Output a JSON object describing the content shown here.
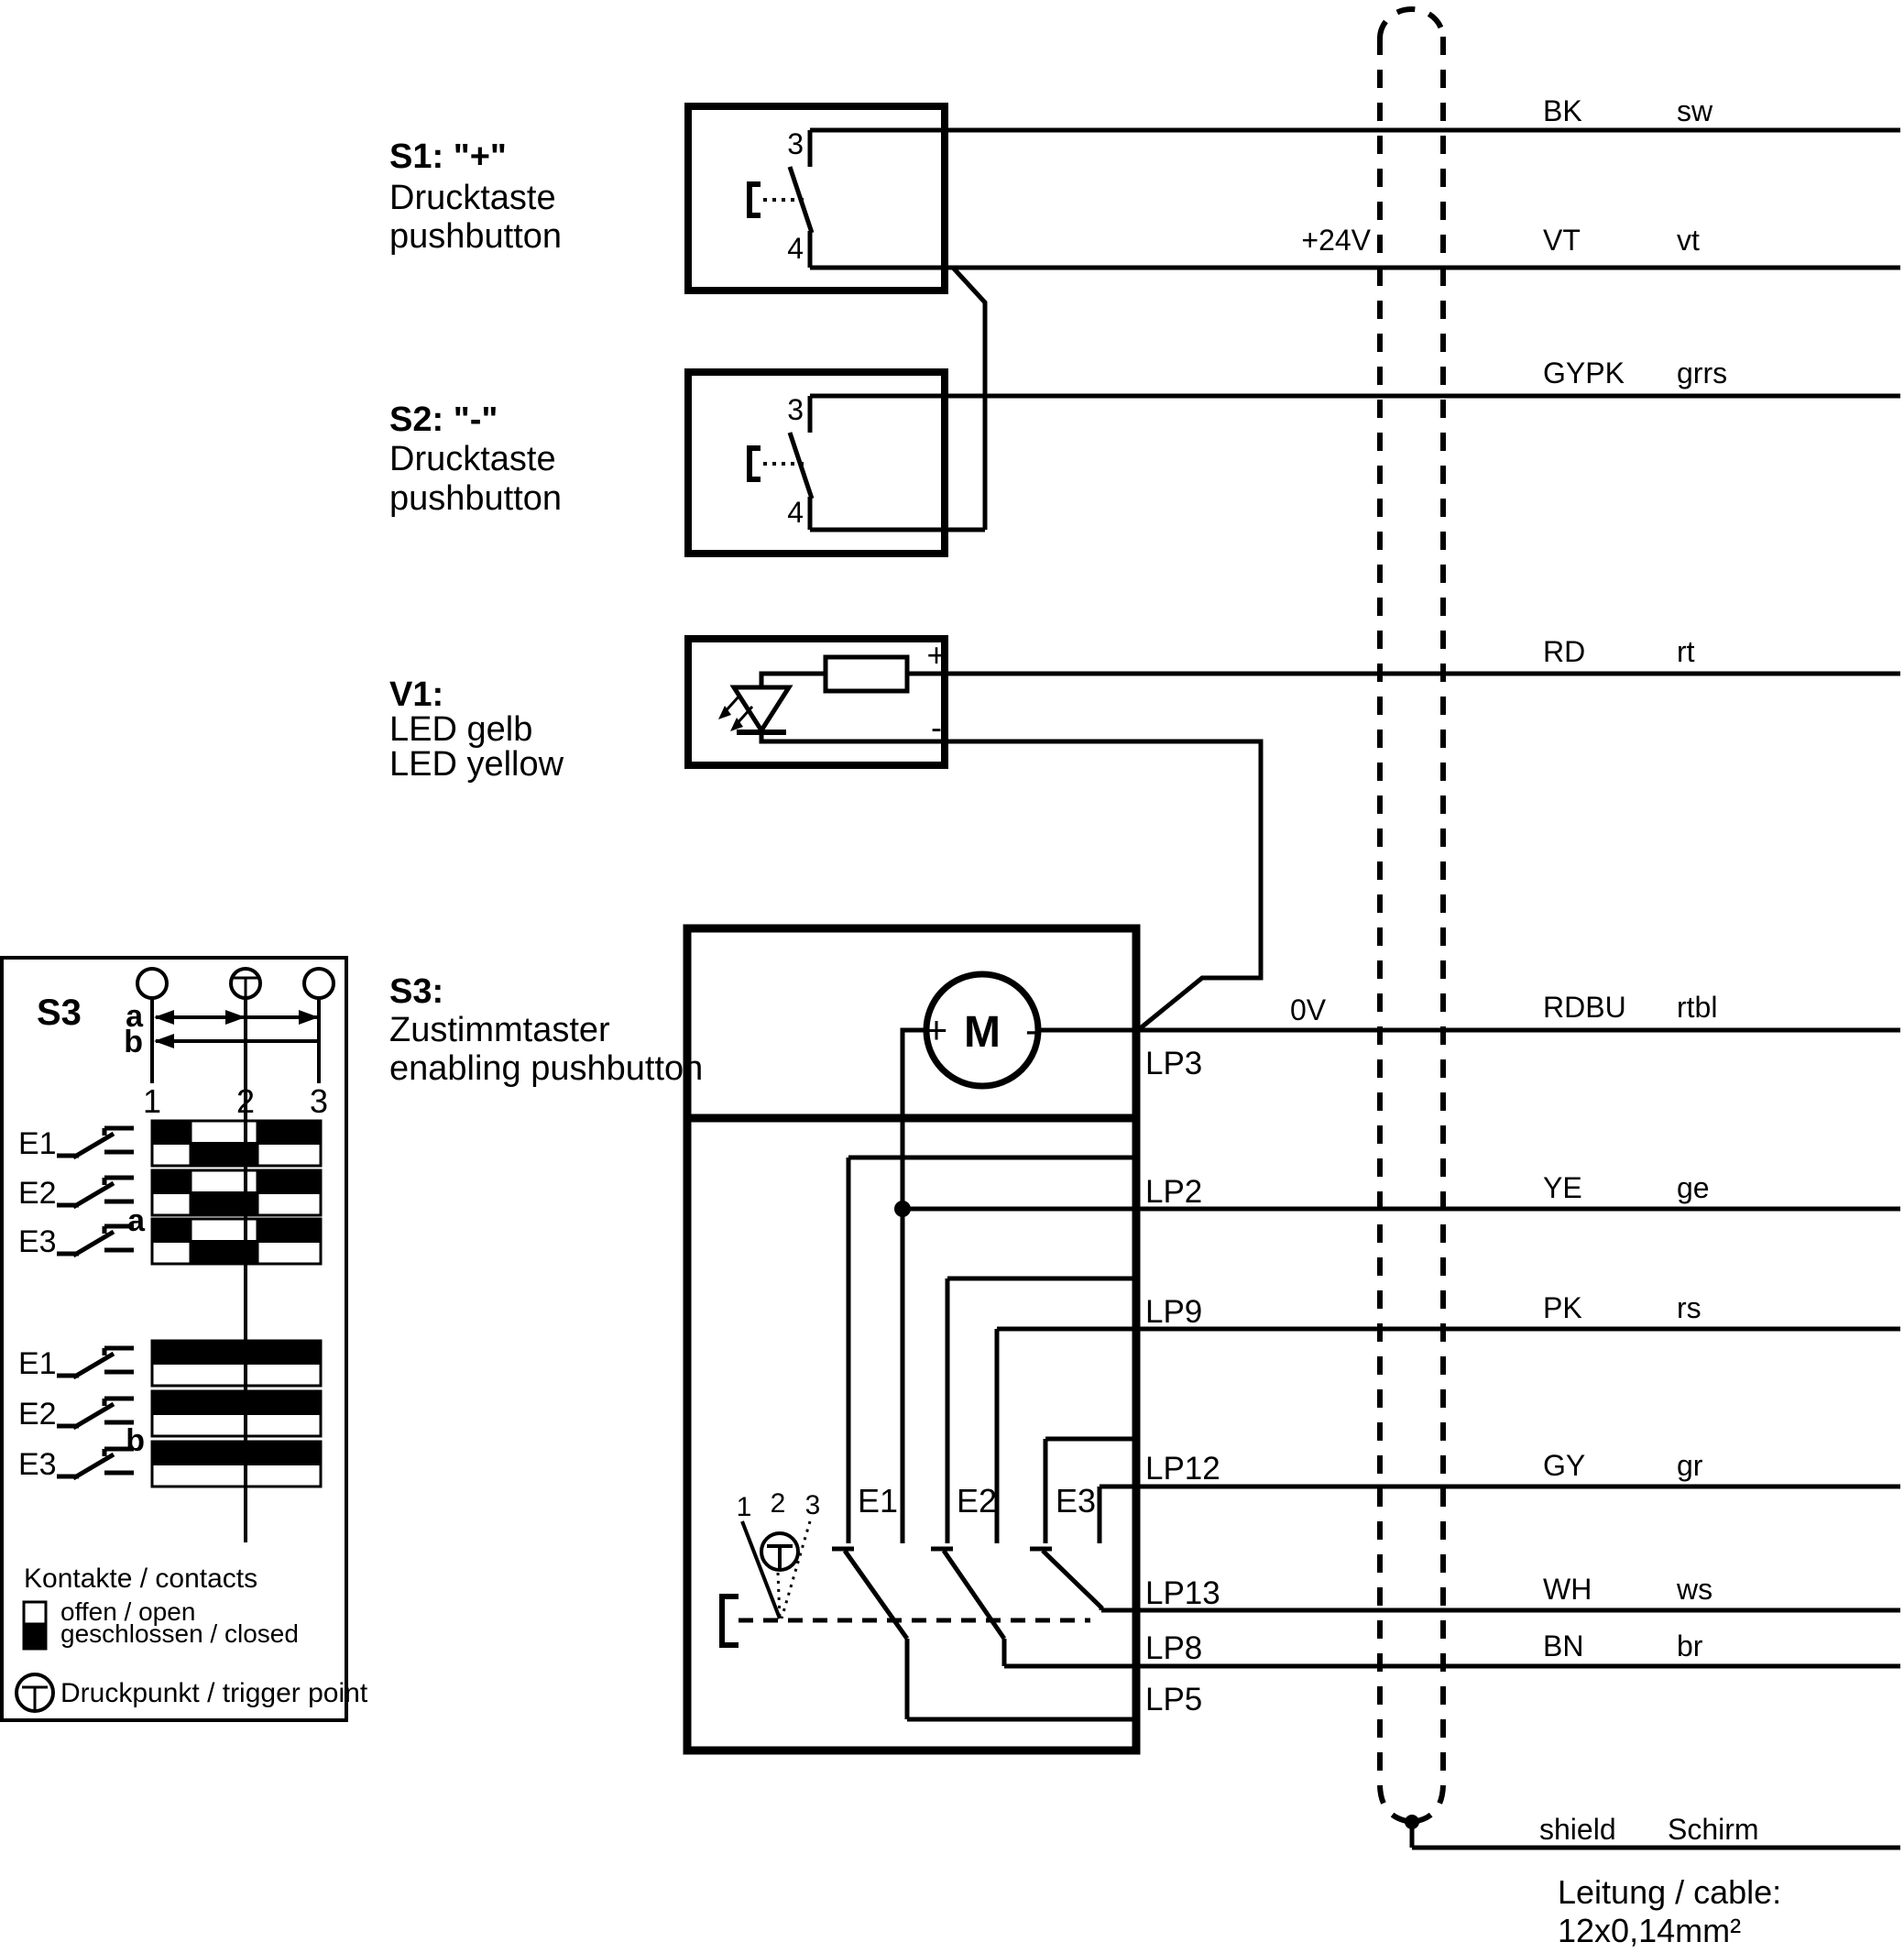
{
  "components": {
    "s1": {
      "id_label": "S1: \"+\"",
      "desc_de": "Drucktaste",
      "desc_en": "pushbutton",
      "pin_top": "3",
      "pin_bottom": "4"
    },
    "s2": {
      "id_label": "S2: \"-\"",
      "desc_de": "Drucktaste",
      "desc_en": "pushbutton",
      "pin_top": "3",
      "pin_bottom": "4"
    },
    "v1": {
      "id_label": "V1:",
      "desc_de": "LED gelb",
      "desc_en": "LED yellow",
      "plus": "+",
      "minus": "-"
    },
    "s3": {
      "id_label": "S3:",
      "desc_de": "Zustimmtaster",
      "desc_en": "enabling pushbutton",
      "motor_label": "M",
      "motor_plus": "+",
      "motor_minus": "-",
      "positions": [
        "1",
        "2",
        "3"
      ],
      "contacts": [
        "E1",
        "E2",
        "E3"
      ],
      "pins": {
        "lp3": "LP3",
        "lp2": "LP2",
        "lp9": "LP9",
        "lp12": "LP12",
        "lp13": "LP13",
        "lp8": "LP8",
        "lp5": "LP5"
      }
    }
  },
  "signals": {
    "v24": "+24V",
    "v0": "0V"
  },
  "wires": [
    {
      "code": "BK",
      "de": "sw"
    },
    {
      "code": "VT",
      "de": "vt"
    },
    {
      "code": "GYPK",
      "de": "grrs"
    },
    {
      "code": "RD",
      "de": "rt"
    },
    {
      "code": "RDBU",
      "de": "rtbl"
    },
    {
      "code": "YE",
      "de": "ge"
    },
    {
      "code": "PK",
      "de": "rs"
    },
    {
      "code": "GY",
      "de": "gr"
    },
    {
      "code": "WH",
      "de": "ws"
    },
    {
      "code": "BN",
      "de": "br"
    },
    {
      "code": "shield",
      "de": "Schirm"
    }
  ],
  "cable": {
    "line1": "Leitung / cable:",
    "line2": "12x0,14mm²"
  },
  "legend": {
    "title": "S3",
    "dir_a": "a",
    "dir_b": "b",
    "positions": [
      "1",
      "2",
      "3"
    ],
    "contacts": [
      "E1",
      "E2",
      "E3"
    ],
    "header": "Kontakte / contacts",
    "open_label": "offen / open",
    "closed_label": "geschlossen / closed",
    "trigger_label": "Druckpunkt / trigger point",
    "pattern_a": {
      "top": [
        "closed",
        "open",
        "closed"
      ],
      "bottom": [
        "open",
        "closed",
        "open"
      ]
    },
    "pattern_b": {
      "top": [
        "closed"
      ],
      "bottom": [
        "open"
      ]
    }
  },
  "colors": {
    "ink": "#000000",
    "paper": "#ffffff"
  }
}
